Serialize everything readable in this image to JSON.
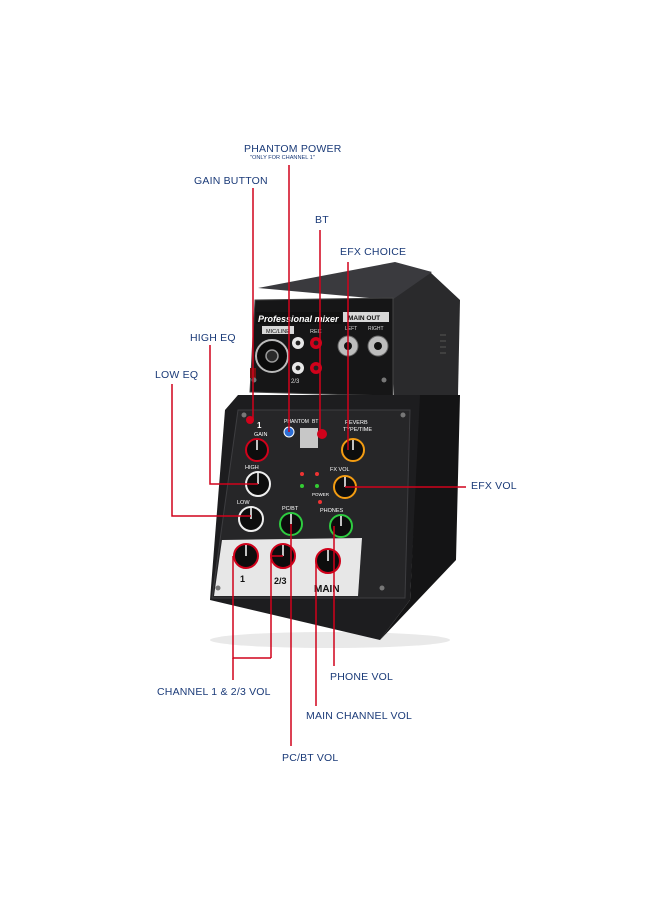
{
  "callouts": {
    "phantom_power": "PHANTOM POWER",
    "phantom_note": "\"ONLY FOR CHANNEL 1\"",
    "gain_button": "GAIN BUTTON",
    "bt": "BT",
    "efx_choice": "EFX CHOICE",
    "high_eq": "HIGH EQ",
    "low_eq": "LOW EQ",
    "efx_vol": "EFX VOL",
    "channel_vol": "CHANNEL 1 & 2/3 VOL",
    "phone_vol": "PHONE VOL",
    "main_channel_vol": "MAIN  CHANNEL VOL",
    "pc_bt_vol": "PC/BT VOL"
  },
  "device": {
    "brand": "Professional mixer",
    "mic_line": "MIC/LINE",
    "rec": "REC",
    "main_out": "MAIN OUT",
    "left": "LEFT",
    "right": "RIGHT",
    "input_23": "2/3",
    "ch1": "1",
    "gain": "GAIN",
    "high": "HIGH",
    "low": "LOW",
    "phantom": "PHANTOM",
    "bt_label": "BT",
    "power": "POWER",
    "reverb": "REVERB",
    "type_time": "TYPE/TIME",
    "fx_vol": "FX VOL",
    "pc_bt": "PC/BT",
    "phones": "PHONES",
    "ch1_bottom": "1",
    "ch23_bottom": "2/3",
    "main_bottom": "MAIN"
  },
  "colors": {
    "label_text": "#1a3a78",
    "callout_line": "#d0021b",
    "device_body": "#1c1c1e"
  }
}
